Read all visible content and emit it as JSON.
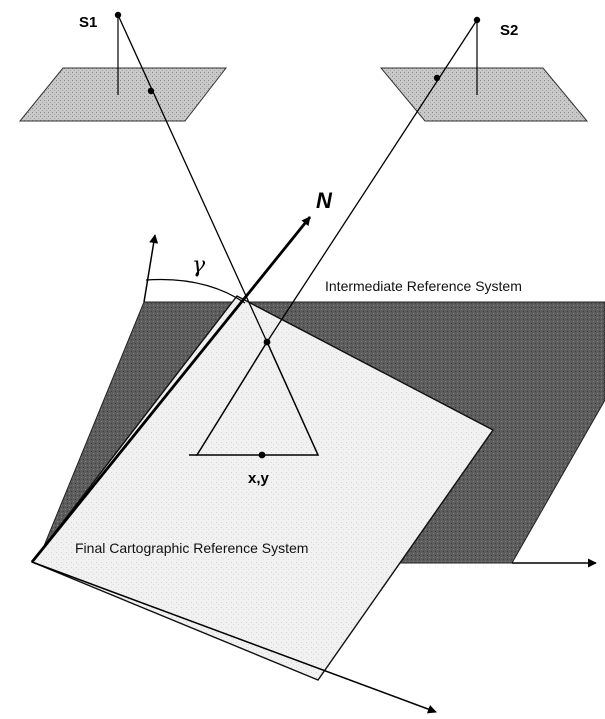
{
  "labels": {
    "s1": "S1",
    "s2": "S2",
    "north": "N",
    "gamma": "γ",
    "intermediate": "Intermediate Reference System",
    "final": "Final Cartographic Reference System",
    "point": "x,y"
  }
}
